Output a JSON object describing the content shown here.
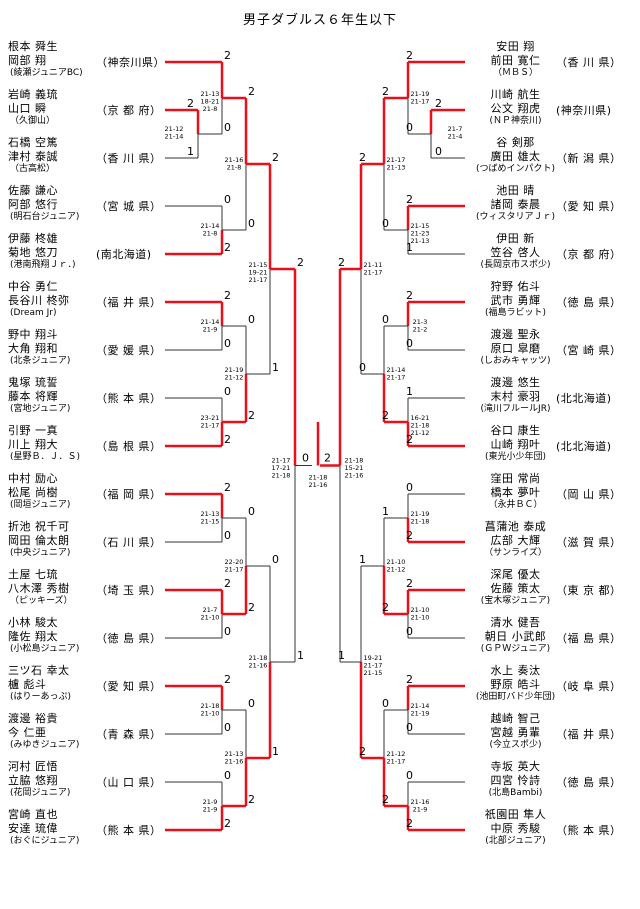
{
  "title": "男子ダブルス６年生以下",
  "left": [
    {
      "p1": "根本 舜生",
      "p2": "岡部 翔",
      "club": "(綾瀬ジュニアBC)",
      "pref": "（神奈川県）"
    },
    {
      "p1": "岩崎 義琉",
      "p2": "山口 瞬",
      "club": "（久御山）",
      "pref": "（京 都 府）"
    },
    {
      "p1": "石橋 空篤",
      "p2": "津村 泰誠",
      "club": "（古高松）",
      "pref": "（香 川 県）"
    },
    {
      "p1": "佐藤 謙心",
      "p2": "阿部 悠行",
      "club": "(明石台ジュニア)",
      "pref": "（宮 城 県）"
    },
    {
      "p1": "伊藤 柊雄",
      "p2": "菊地 悠刀",
      "club": "(港南飛翔Ｊｒ．)",
      "pref": "(南北海道)"
    },
    {
      "p1": "中谷 勇仁",
      "p2": "長谷川 柊弥",
      "club": "(Dream Jr)",
      "pref": "（福 井 県）"
    },
    {
      "p1": "野中 翔斗",
      "p2": "大角 翔和",
      "club": "(北条ジュニア)",
      "pref": "（愛 媛 県）"
    },
    {
      "p1": "鬼塚 琉誓",
      "p2": "藤本 将輝",
      "club": "(宮地ジュニア)",
      "pref": "（熊 本 県）"
    },
    {
      "p1": "引野 一真",
      "p2": "川上 翔大",
      "club": "(星野Ｂ．Ｊ．Ｓ)",
      "pref": "（島 根 県）"
    },
    {
      "p1": "中村 励心",
      "p2": "松尾 尚樹",
      "club": "(岡垣ジュニア)",
      "pref": "（福 岡 県）"
    },
    {
      "p1": "折池 祝千可",
      "p2": "岡田 倫太朗",
      "club": "(中央ジュニア)",
      "pref": "（石 川 県）"
    },
    {
      "p1": "土屋 七琉",
      "p2": "八木澤 秀樹",
      "club": "（ピッキーズ）",
      "pref": "（埼 玉 県）"
    },
    {
      "p1": "小林 駿太",
      "p2": "隆佐 翔太",
      "club": "(小松島ジュニア)",
      "pref": "（徳 島 県）"
    },
    {
      "p1": "三ツ石 幸太",
      "p2": "櫨 彪斗",
      "club": "(はりーあっぷ)",
      "pref": "（愛 知 県）"
    },
    {
      "p1": "渡邊 裕貴",
      "p2": "今 仁亜",
      "club": "(みゆきジュニア)",
      "pref": "（青 森 県）"
    },
    {
      "p1": "河村 匠悟",
      "p2": "立脇 悠翔",
      "club": "(花岡ジュニア)",
      "pref": "（山 口 県）"
    },
    {
      "p1": "宮崎 直也",
      "p2": "安達 琉偉",
      "club": "(おぐにジュニア)",
      "pref": "（熊 本 県）"
    }
  ],
  "right": [
    {
      "p1": "安田 翔",
      "p2": "前田 寛仁",
      "club": "（ＭＢＳ）",
      "pref": "（香 川 県）"
    },
    {
      "p1": "川崎 航生",
      "p2": "公文 翔虎",
      "club": "(ＮＰ神奈川)",
      "pref": "(神奈川県)"
    },
    {
      "p1": "谷 剣那",
      "p2": "廣田 雄太",
      "club": "(つばめインパクト)",
      "pref": "（新 潟 県）"
    },
    {
      "p1": "池田 晴",
      "p2": "諸岡 泰晨",
      "club": "(ウィスタリアＪｒ)",
      "pref": "（愛 知 県）"
    },
    {
      "p1": "伊田 新",
      "p2": "笠谷 啓人",
      "club": "(長岡京市スポ少)",
      "pref": "（京 都 府）"
    },
    {
      "p1": "狩野 佑斗",
      "p2": "武市 勇輝",
      "club": "(福島ラビット)",
      "pref": "（徳 島 県）"
    },
    {
      "p1": "渡邊 聖永",
      "p2": "原口 皐磨",
      "club": "(しおみキャッツ)",
      "pref": "（宮 崎 県）"
    },
    {
      "p1": "渡邊 悠生",
      "p2": "末村 豪羽",
      "club": "(滝川フルールJR)",
      "pref": "(北北海道)"
    },
    {
      "p1": "谷口 康生",
      "p2": "山崎 翔叶",
      "club": "(東光小少年団)",
      "pref": "(北北海道)"
    },
    {
      "p1": "窪田 常尚",
      "p2": "橋本 夢叶",
      "club": "（永井ＢＣ）",
      "pref": "（岡 山 県）"
    },
    {
      "p1": "菖蒲池 泰成",
      "p2": "広部 大輝",
      "club": "（サンライズ）",
      "pref": "（滋 賀 県）"
    },
    {
      "p1": "深尾 優太",
      "p2": "佐藤 策太",
      "club": "(宝木塚ジュニア)",
      "pref": "（東 京 都）"
    },
    {
      "p1": "清水 健吾",
      "p2": "朝日 小武郎",
      "club": "(ＧＰＷジュニア)",
      "pref": "（福 島 県）"
    },
    {
      "p1": "水上 奏汰",
      "p2": "野原 皓斗",
      "club": "(池田町バド少年団)",
      "pref": "（岐 阜 県）"
    },
    {
      "p1": "越崎 智己",
      "p2": "宮越 勇輩",
      "club": "(今立スポ少)",
      "pref": "（福 井 県）"
    },
    {
      "p1": "寺坂 英大",
      "p2": "四宮 怜詩",
      "club": "(北島Bambi)",
      "pref": "（徳 島 県）"
    },
    {
      "p1": "祇園田 隼人",
      "p2": "中原 秀駿",
      "club": "(北部ジュニア)",
      "pref": "（熊 本 県）"
    }
  ],
  "bracket": {
    "left": {
      "r0": [
        {
          "a": "2",
          "b": "1",
          "score": [
            "21-12",
            "21-14"
          ]
        }
      ],
      "r1": [
        {
          "a": "2",
          "b": "0",
          "score": [
            "21-13",
            "18-21",
            "21-8"
          ]
        },
        {
          "a": "0",
          "b": "2",
          "score": [
            "21-14",
            "21-8"
          ]
        },
        {
          "a": "2",
          "b": "0",
          "score": [
            "21-14",
            "21-9"
          ]
        },
        {
          "a": "0",
          "b": "2",
          "score": [
            "23-21",
            "21-17"
          ]
        },
        {
          "a": "2",
          "b": "0",
          "score": [
            "21-13",
            "21-15"
          ]
        },
        {
          "a": "2",
          "b": "0",
          "score": [
            "21-7",
            "21-10"
          ]
        },
        {
          "a": "2",
          "b": "0",
          "score": [
            "21-18",
            "21-10"
          ]
        },
        {
          "a": "0",
          "b": "2",
          "score": [
            "21-9",
            "21-9"
          ]
        }
      ],
      "r2": [
        {
          "a": "2",
          "b": "0",
          "score": [
            "21-16",
            "21-8"
          ]
        },
        {
          "a": "0",
          "b": "2",
          "score": [
            "21-19",
            "21-12"
          ]
        },
        {
          "a": "0",
          "b": "2",
          "score": [
            "22-20",
            "21-17"
          ]
        },
        {
          "a": "0",
          "b": "2",
          "score": [
            "21-13",
            "21-16"
          ]
        }
      ],
      "r3": [
        {
          "a": "2",
          "b": "1",
          "score": [
            "21-15",
            "19-21",
            "21-17"
          ]
        },
        {
          "a": "0",
          "b": "1",
          "score": [
            "21-18",
            "21-16"
          ]
        }
      ],
      "r4": [
        {
          "a": "2",
          "b": "1",
          "score": [
            "21-17",
            "17-21",
            "21-18"
          ]
        }
      ]
    },
    "right": {
      "r0": [
        {
          "a": "2",
          "b": "0",
          "score": [
            "21-7",
            "21-4"
          ]
        }
      ],
      "r1": [
        {
          "a": "2",
          "b": "0",
          "score": [
            "21-19",
            "21-17"
          ]
        },
        {
          "a": "2",
          "b": "1",
          "score": [
            "21-15",
            "21-23",
            "21-13"
          ]
        },
        {
          "a": "2",
          "b": "0",
          "score": [
            "21-3",
            "21-2"
          ]
        },
        {
          "a": "1",
          "b": "2",
          "score": [
            "16-21",
            "21-18",
            "21-12"
          ]
        },
        {
          "a": "0",
          "b": "2",
          "score": [
            "21-19",
            "21-18"
          ]
        },
        {
          "a": "2",
          "b": "0",
          "score": [
            "21-10",
            "21-10"
          ]
        },
        {
          "a": "2",
          "b": "0",
          "score": [
            "21-14",
            "21-19"
          ]
        },
        {
          "a": "0",
          "b": "2",
          "score": [
            "21-16",
            "21-9"
          ]
        }
      ],
      "r2": [
        {
          "a": "2",
          "b": "0",
          "score": [
            "21-17",
            "21-13"
          ]
        },
        {
          "a": "0",
          "b": "2",
          "score": [
            "21-14",
            "21-17"
          ]
        },
        {
          "a": "1",
          "b": "2",
          "score": [
            "21-10",
            "21-12"
          ]
        },
        {
          "a": "0",
          "b": "2",
          "score": [
            "21-12",
            "21-17"
          ]
        }
      ],
      "r3": [
        {
          "a": "2",
          "b": "0",
          "score": [
            "21-11",
            "21-17"
          ]
        },
        {
          "a": "1",
          "b": "2",
          "score": [
            "19-21",
            "21-17",
            "21-15"
          ]
        }
      ],
      "r4": [
        {
          "a": "2",
          "b": "1",
          "score": [
            "21-18",
            "15-21",
            "21-16"
          ]
        }
      ]
    },
    "final": {
      "a": "0",
      "b": "2",
      "score": [
        "21-18",
        "21-16"
      ]
    }
  }
}
